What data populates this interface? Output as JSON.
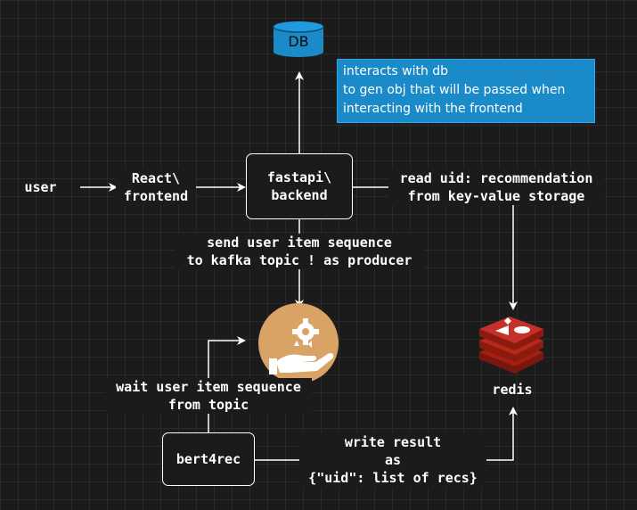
{
  "nodes": {
    "user": "user",
    "react": [
      "React\\",
      "frontend"
    ],
    "fastapi": [
      "fastapi\\",
      "backend"
    ],
    "db": "DB",
    "kafka_icon": "kafka-hand-gear-icon",
    "redis": "redis",
    "redis_icon": "redis-logo-icon",
    "bert4rec": "bert4rec"
  },
  "note": {
    "lines": [
      "interacts with db",
      "to gen obj that will be passed when",
      "interacting with the frontend"
    ]
  },
  "edges": {
    "read_uid": [
      "read uid: recommendation",
      "from key-value storage"
    ],
    "send_sequence": [
      "send user item sequence",
      "to kafka topic ! as producer"
    ],
    "wait_sequence": [
      "wait user item sequence",
      "from topic"
    ],
    "write_result": [
      "write result",
      "as",
      "{\"uid\": list of recs}"
    ]
  },
  "colors": {
    "background": "#1b1b1b",
    "db": "#1a8ac9",
    "note": "#1a8ac9",
    "kafka": "#d9a366",
    "redis": "#a41e11",
    "lines": "#ffffff"
  }
}
